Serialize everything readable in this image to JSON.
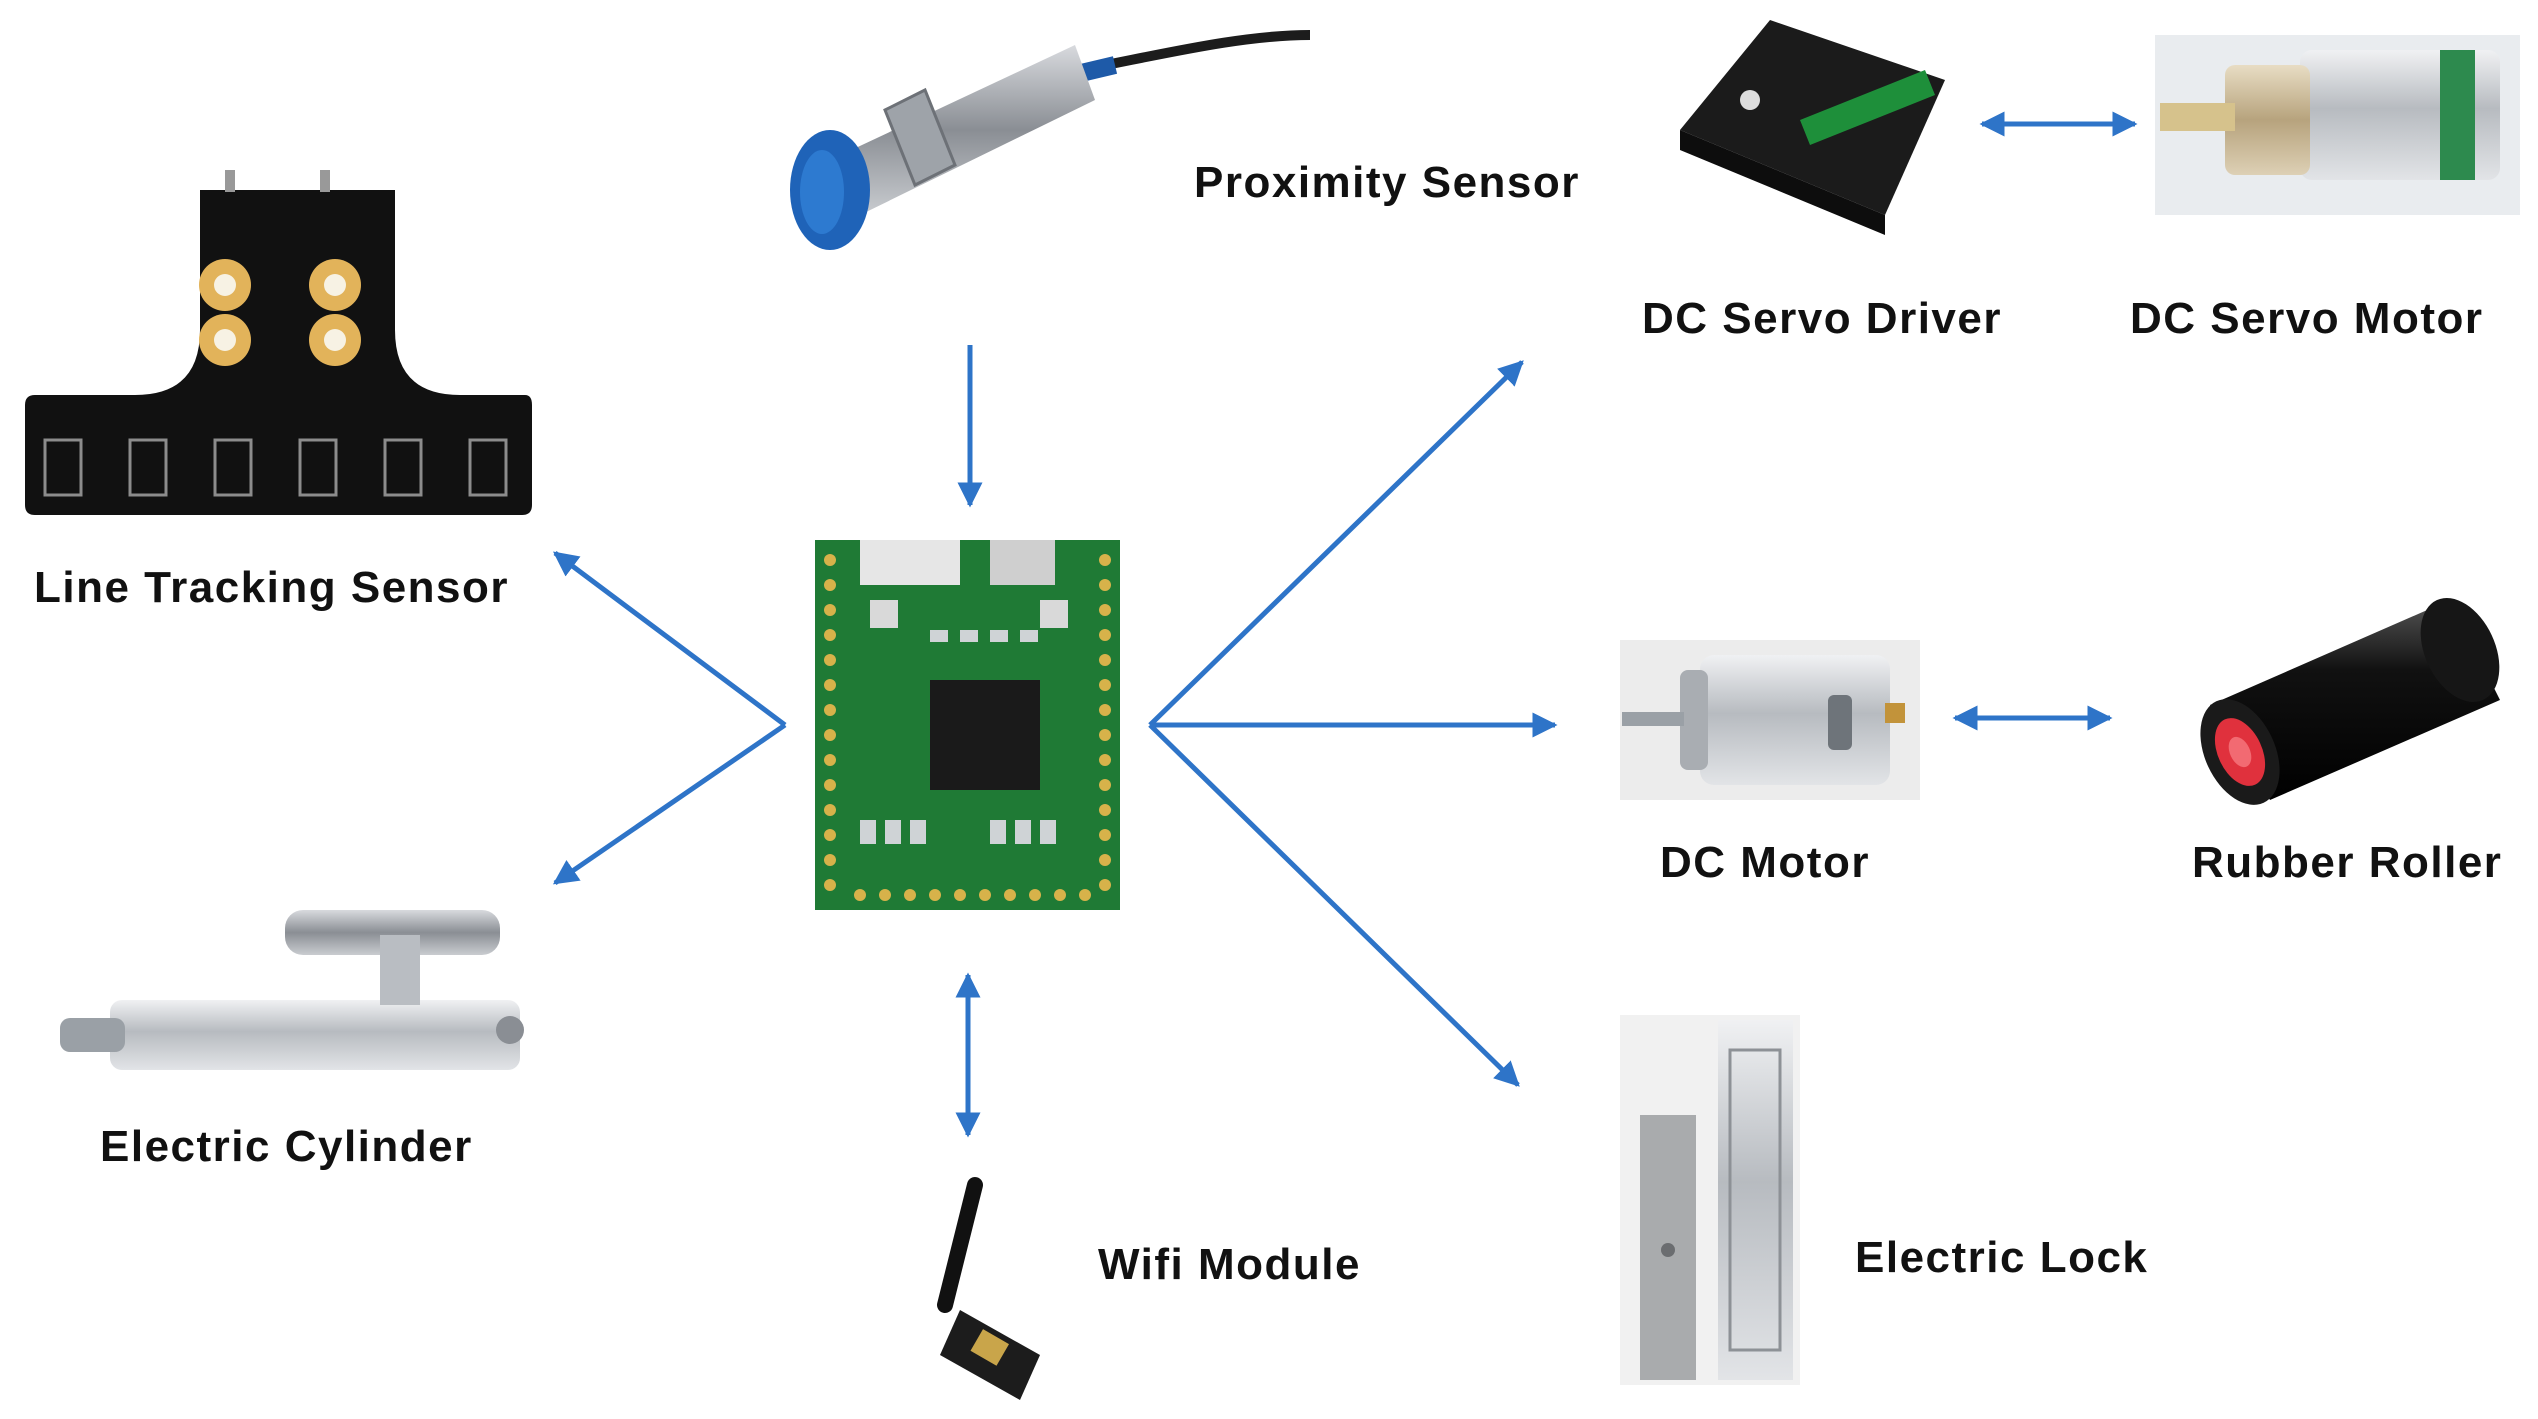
{
  "diagram": {
    "colors": {
      "arrow": "#2e74c8",
      "board": "#1f7a35",
      "background": "#ffffff"
    },
    "components": [
      {
        "id": "proximity-sensor",
        "label": "Proximity Sensor"
      },
      {
        "id": "dc-servo-driver",
        "label": "DC Servo Driver"
      },
      {
        "id": "dc-servo-motor",
        "label": "DC Servo Motor"
      },
      {
        "id": "line-tracking-sensor",
        "label": "Line Tracking Sensor"
      },
      {
        "id": "dc-motor",
        "label": "DC Motor"
      },
      {
        "id": "rubber-roller",
        "label": "Rubber Roller"
      },
      {
        "id": "electric-cylinder",
        "label": "Electric Cylinder"
      },
      {
        "id": "wifi-module",
        "label": "Wifi Module"
      },
      {
        "id": "electric-lock",
        "label": "Electric Lock"
      },
      {
        "id": "microcontroller-board",
        "label": ""
      }
    ],
    "connections": [
      {
        "from": "proximity-sensor",
        "to": "microcontroller-board",
        "direction": "one-way"
      },
      {
        "from": "microcontroller-board",
        "to": "line-tracking-sensor",
        "direction": "one-way"
      },
      {
        "from": "microcontroller-board",
        "to": "electric-cylinder",
        "direction": "one-way"
      },
      {
        "from": "microcontroller-board",
        "to": "wifi-module",
        "direction": "two-way"
      },
      {
        "from": "microcontroller-board",
        "to": "dc-servo-driver",
        "direction": "one-way"
      },
      {
        "from": "microcontroller-board",
        "to": "dc-motor",
        "direction": "one-way"
      },
      {
        "from": "microcontroller-board",
        "to": "electric-lock",
        "direction": "one-way"
      },
      {
        "from": "dc-servo-driver",
        "to": "dc-servo-motor",
        "direction": "two-way"
      },
      {
        "from": "dc-motor",
        "to": "rubber-roller",
        "direction": "two-way"
      }
    ]
  }
}
